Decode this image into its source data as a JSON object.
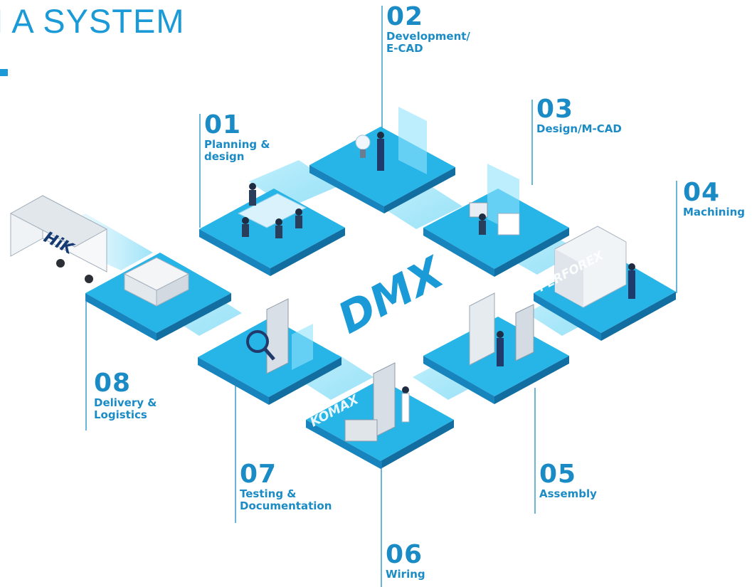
{
  "title": "H A SYSTEM",
  "center_logo": "DMX",
  "truck_brand": "HiK",
  "machine_labels": {
    "perforex": "PERFOREX",
    "komax": "KOMAX"
  },
  "steps": [
    {
      "num": "01",
      "line1": "Planning &",
      "line2": "design"
    },
    {
      "num": "02",
      "line1": "Development/",
      "line2": "E-CAD"
    },
    {
      "num": "03",
      "line1": "Design/M-CAD",
      "line2": ""
    },
    {
      "num": "04",
      "line1": "Machining",
      "line2": ""
    },
    {
      "num": "05",
      "line1": "Assembly",
      "line2": ""
    },
    {
      "num": "06",
      "line1": "Wiring",
      "line2": ""
    },
    {
      "num": "07",
      "line1": "Testing &",
      "line2": "Documentation"
    },
    {
      "num": "08",
      "line1": "Delivery &",
      "line2": "Logistics"
    }
  ],
  "colors": {
    "accent": "#1a9ad6",
    "label": "#1b8bc6",
    "tile_top": "#27b4e6",
    "tile_side": "#1784bd",
    "glow": "#9ee4fb"
  }
}
